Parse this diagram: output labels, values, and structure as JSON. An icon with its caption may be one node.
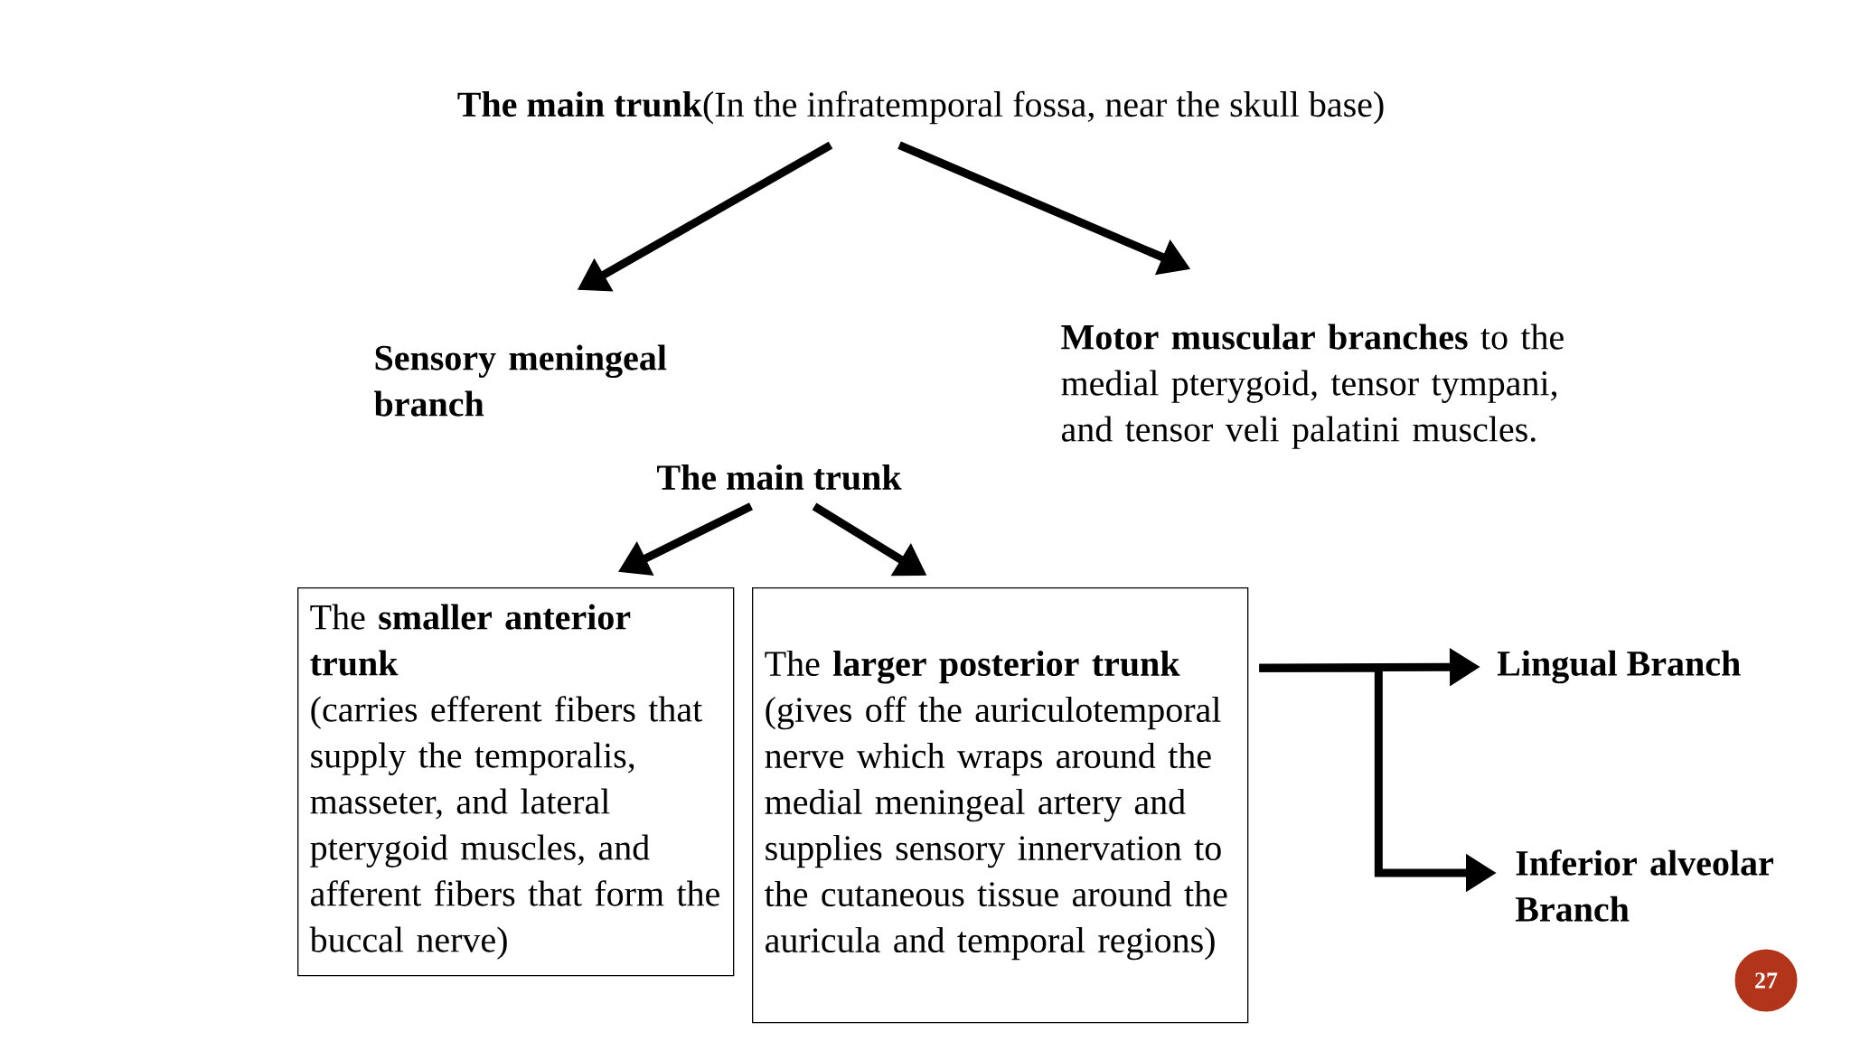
{
  "diagram": {
    "nodes": [
      {
        "text": [
          "**The main trunk**(In the infratemporal fossa, near the skull base)"
        ]
      },
      {
        "text": [
          "Sensory meningeal branch"
        ]
      },
      {
        "text": [
          "**Motor muscular branches** to the medial pterygoid, tensor tympani, and tensor veli palatini muscles."
        ]
      },
      {
        "text": [
          "The main trunk"
        ]
      },
      {
        "text": [
          "The **smaller anterior trunk**",
          "(carries efferent fibers that supply the temporalis, masseter, and lateral pterygoid muscles, and afferent fibers that form the buccal nerve)"
        ]
      },
      {
        "text": [
          "The **larger posterior trunk**",
          "(gives off the auriculotemporal nerve which wraps around the medial meningeal artery and supplies sensory innervation to the cutaneous tissue around the auricula and temporal regions)"
        ]
      },
      {
        "text": [
          "Lingual Branch"
        ]
      },
      {
        "text": [
          "Inferior alveolar Branch"
        ]
      },
      {
        "text": [
          "27"
        ]
      }
    ],
    "edges": [
      {
        "from": 0,
        "to": 1,
        "arrow": "to"
      },
      {
        "from": 0,
        "to": 2,
        "arrow": "to"
      },
      {
        "from": 3,
        "to": 4,
        "arrow": "to"
      },
      {
        "from": 3,
        "to": 5,
        "arrow": "to"
      },
      {
        "from": 5,
        "to": 6,
        "arrow": "to"
      },
      {
        "from": 5,
        "to": 7,
        "arrow": "to"
      }
    ]
  }
}
